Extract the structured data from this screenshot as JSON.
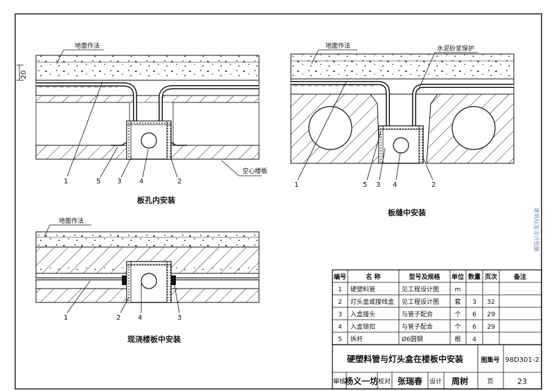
{
  "figures": {
    "slab_hole": {
      "caption": "板孔内安装",
      "floor_label": "地面作法",
      "dim": "20",
      "slab_label": "空心楼板",
      "callouts": [
        "1",
        "5",
        "3",
        "4",
        "2"
      ]
    },
    "slab_joint": {
      "caption": "板缝中安装",
      "floor_label": "地面作法",
      "mortar_label": "水泥砂浆保护",
      "callouts": [
        "1",
        "5",
        "3",
        "4",
        "2"
      ]
    },
    "cast_slab": {
      "caption": "现浇楼板中安装",
      "floor_label": "地面作法",
      "callouts": [
        "1",
        "2",
        "4",
        "3"
      ]
    }
  },
  "parts_table": {
    "headers": [
      "编号",
      "名 称",
      "型号及规格",
      "单位",
      "数量",
      "页次",
      "备注"
    ],
    "rows": [
      [
        "1",
        "硬塑料管",
        "见工程设计图",
        "m",
        "",
        "",
        ""
      ],
      [
        "2",
        "灯头盒或接线盒",
        "见工程设计图",
        "套",
        "3",
        "32",
        ""
      ],
      [
        "3",
        "入盒接头",
        "与管子配合",
        "个",
        "6",
        "29",
        ""
      ],
      [
        "4",
        "入盒锁扣",
        "与管子配合",
        "个",
        "6",
        "29",
        ""
      ],
      [
        "5",
        "拆杆",
        "Ø6圆钢",
        "根",
        "4",
        "",
        ""
      ]
    ]
  },
  "title_block": {
    "title": "硬塑料管与灯头盒在楼板中安装",
    "atlas_label": "图集号",
    "atlas_no": "98D301-2",
    "review_label": "审核",
    "review_sig": "杨义一坊",
    "check_label": "校对",
    "check_sig": "张瑞春",
    "design_label": "设计",
    "design_sig": "周树",
    "page_label": "页",
    "page_no": "23"
  },
  "watermark": "建筑标准设计图集"
}
